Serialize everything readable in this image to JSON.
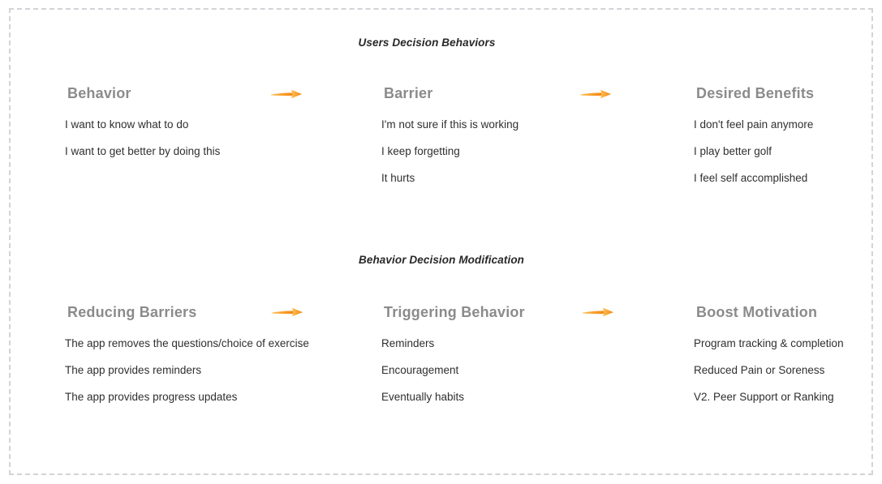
{
  "canvas": {
    "background": "#ffffff",
    "border_color": "#d3d3d8"
  },
  "colors": {
    "arrow_tail": "#fbc056",
    "arrow_head": "#f5870f",
    "header_text": "#8b8b8b",
    "body_text": "#2f2f31",
    "title_text": "#28282a"
  },
  "icons": {
    "arrow": "right-arrow-icon"
  },
  "sections": [
    {
      "title": "Users Decision Behaviors",
      "columns": [
        {
          "header": "Behavior",
          "items": [
            "I want to know what to do",
            "I want to get better by doing this"
          ]
        },
        {
          "header": "Barrier",
          "items": [
            "I'm not sure if this is working",
            "I keep forgetting",
            "It hurts"
          ]
        },
        {
          "header": "Desired Benefits",
          "items": [
            "I don't feel pain anymore",
            "I play better golf",
            "I feel self accomplished"
          ]
        }
      ]
    },
    {
      "title": "Behavior Decision Modification",
      "columns": [
        {
          "header": "Reducing Barriers",
          "items": [
            "The app removes the questions/choice of exercise",
            "The app provides reminders",
            "The app provides progress updates"
          ]
        },
        {
          "header": "Triggering Behavior",
          "items": [
            "Reminders",
            "Encouragement",
            "Eventually habits"
          ]
        },
        {
          "header": "Boost Motivation",
          "items": [
            "Program tracking & completion",
            "Reduced Pain or Soreness",
            "V2. Peer Support or Ranking"
          ]
        }
      ]
    }
  ]
}
